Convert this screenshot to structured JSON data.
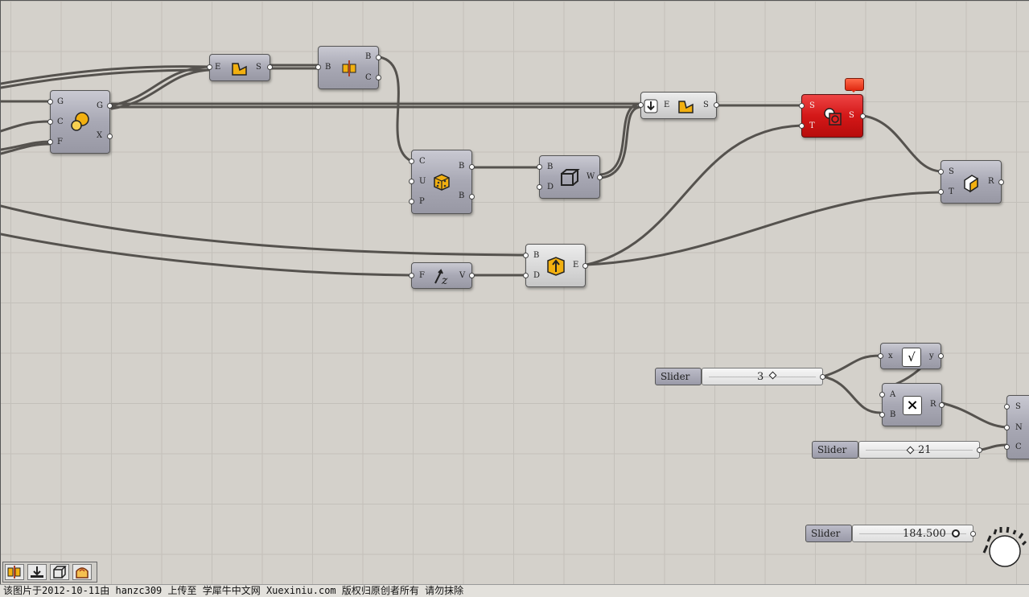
{
  "components": {
    "explode_a": {
      "in": [
        "E"
      ],
      "out": [
        "S"
      ],
      "icon": "explode-curve-icon"
    },
    "box_props": {
      "in": [
        "B"
      ],
      "out": [
        "B",
        "C"
      ],
      "icon": "deconstruct-box-icon"
    },
    "centroid": {
      "in": [
        "G",
        "C",
        "F"
      ],
      "out": [
        "G",
        "X"
      ],
      "icon": "centroid-icon"
    },
    "explode_b": {
      "in": [
        "E"
      ],
      "out": [
        "S"
      ],
      "icon": "explode-curve-icon"
    },
    "split": {
      "in": [
        "S",
        "T"
      ],
      "out": [
        "S"
      ],
      "icon": "split-brep-icon",
      "status": "error"
    },
    "cube": {
      "in": [
        "C",
        "U",
        "P"
      ],
      "out": [
        "B",
        "B"
      ],
      "icon": "cube-icon"
    },
    "box_w": {
      "in": [
        "B",
        "D"
      ],
      "out": [
        "W"
      ],
      "icon": "wireframe-box-icon"
    },
    "cap": {
      "in": [
        "S",
        "T"
      ],
      "out": [
        "R"
      ],
      "icon": "cap-surface-icon"
    },
    "extrude": {
      "in": [
        "B",
        "D"
      ],
      "out": [
        "E"
      ],
      "icon": "extrude-icon"
    },
    "vector_z": {
      "in": [
        "F"
      ],
      "out": [
        "V"
      ],
      "icon": "vector-z-icon"
    },
    "sqrt": {
      "in": [
        "x"
      ],
      "out": [
        "y"
      ],
      "icon": "sqrt-icon",
      "symbol": "√"
    },
    "multiply": {
      "in": [
        "A",
        "B"
      ],
      "out": [
        "R"
      ],
      "icon": "multiply-icon",
      "symbol": "×"
    },
    "partial": {
      "in": [
        "S",
        "N",
        "C"
      ]
    }
  },
  "sliders": [
    {
      "label": "Slider",
      "value": "3"
    },
    {
      "label": "Slider",
      "value": "21"
    },
    {
      "label": "Slider",
      "value": "184.500"
    }
  ],
  "footer": {
    "text": "该图片于2012-10-11由 hanzc309 上传至 学犀牛中文网 Xuexiniu.com 版权归原创者所有 请勿抹除"
  },
  "toolbar": {
    "buttons": [
      "deconstruct-icon",
      "download-icon",
      "box-icon",
      "bake-icon"
    ]
  },
  "colors": {
    "canvas": "#d4d1cb",
    "wire": "#55524e",
    "error": "#d41818",
    "icon_fill": "#f2b010"
  }
}
